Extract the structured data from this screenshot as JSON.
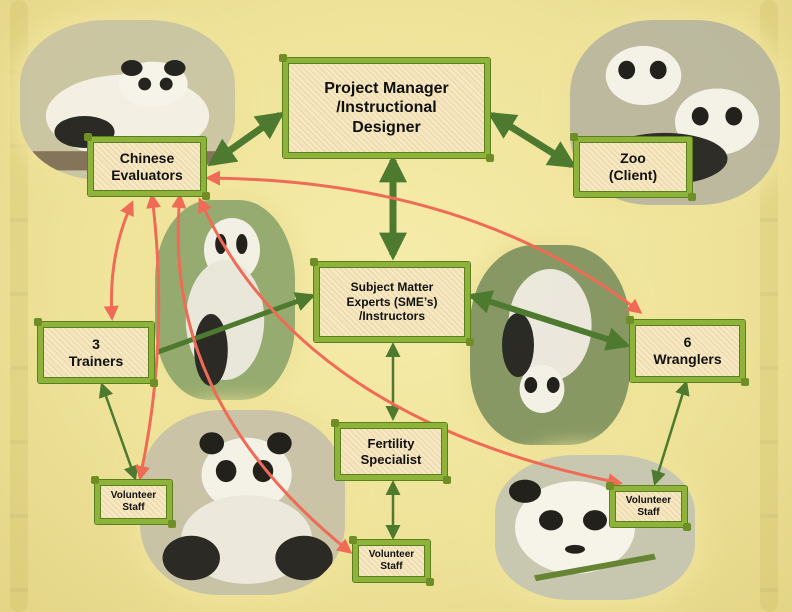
{
  "nodes": {
    "pm": "Project Manager\n/Instructional\nDesigner",
    "zoo": "Zoo\n(Client)",
    "chinese": "Chinese\nEvaluators",
    "sme": "Subject Matter\nExperts (SME’s)\n/Instructors",
    "trainers": "3\nTrainers",
    "wranglers": "6\nWranglers",
    "fertility": "Fertility\nSpecialist",
    "volunteer_left": "Volunteer\nStaff",
    "volunteer_mid": "Volunteer\nStaff",
    "volunteer_right": "Volunteer\nStaff"
  },
  "colors": {
    "bamboo_frame": "#8db33b",
    "green_link": "#4d7a2e",
    "red_link": "#ef6b55",
    "background": "#efe39a"
  }
}
